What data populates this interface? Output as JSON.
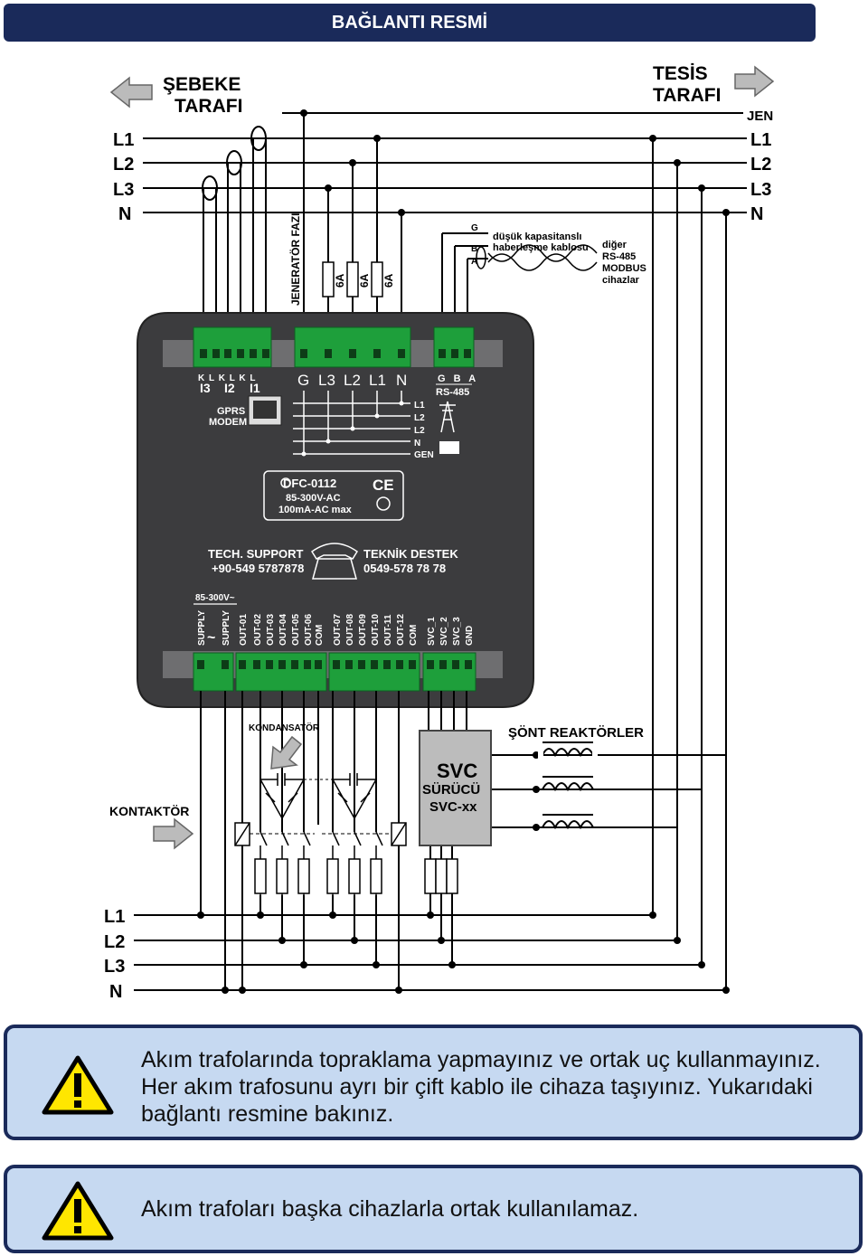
{
  "header": {
    "title": "BAĞLANTI RESMİ"
  },
  "top": {
    "grid_side_line1": "ŞEBEKE",
    "grid_side_line2": "TARAFI",
    "plant_side_line1": "TESİS",
    "plant_side_line2": "TARAFI",
    "gen_label": "JEN",
    "phases": [
      "L1",
      "L2",
      "L3",
      "N"
    ],
    "gen_phase_label": "JENERATÖR FAZI",
    "fuses": [
      "6A",
      "6A",
      "6A"
    ],
    "rs485_pins": [
      "G",
      "B",
      "A"
    ],
    "cable_line1": "düşük kapasitanslı",
    "cable_line2": "haberleşme kablosu",
    "other_devices": [
      "diğer",
      "RS-485",
      "MODBUS",
      "cihazlar"
    ]
  },
  "device": {
    "ct_kl": "K L K L K L",
    "ct_labels": [
      "I3",
      "I2",
      "I1"
    ],
    "gprs_line1": "GPRS",
    "gprs_line2": "MODEM",
    "volt_terminals": [
      "G",
      "L3",
      "L2",
      "L1",
      "N"
    ],
    "rs485_terms": "G B A",
    "rs485_label": "RS-485",
    "line_labels": [
      "L1",
      "L2",
      "L2",
      "N",
      "GEN"
    ],
    "model": "DFC-0112",
    "voltage": "85-300V-AC",
    "current": "100mA-AC max",
    "ce_mark": "CE",
    "support_label": "TECH. SUPPORT",
    "support_phone": "+90-549 5787878",
    "destek_label": "TEKNİK DESTEK",
    "destek_phone": "0549-578 78 78",
    "supply_range": "85-300V~",
    "tilde": "~",
    "bottom_terminals": [
      "SUPPLY",
      "SUPPLY",
      "OUT-01",
      "OUT-02",
      "OUT-03",
      "OUT-04",
      "OUT-05",
      "OUT-06",
      "COM",
      "OUT-07",
      "OUT-08",
      "OUT-09",
      "OUT-10",
      "OUT-11",
      "OUT-12",
      "COM",
      "SVC_1",
      "SVC_2",
      "SVC_3",
      "GND"
    ]
  },
  "bottom": {
    "capacitor_label": "KONDANSATÖR",
    "contactor_label": "KONTAKTÖR",
    "svc_line1": "SVC",
    "svc_line2": "SÜRÜCÜ",
    "svc_line3": "SVC-xx",
    "reactor_label": "ŞÖNT REAKTÖRLER",
    "phases": [
      "L1",
      "L2",
      "L3",
      "N"
    ]
  },
  "warnings": {
    "warning1": "Akım trafolarında topraklama yapmayınız ve ortak uç kullanmayınız. Her akım trafosunu ayrı bir çift kablo ile cihaza taşıyınız. Yukarıdaki bağlantı resmine bakınız.",
    "warning2": "Akım trafoları başka cihazlarla ortak kullanılamaz."
  },
  "colors": {
    "navy": "#1a2a5a",
    "device": "#3c3c3e",
    "terminal": "#1e9f3b",
    "warn_bg": "#c6d9f1",
    "warn_yellow": "#ffe600"
  }
}
